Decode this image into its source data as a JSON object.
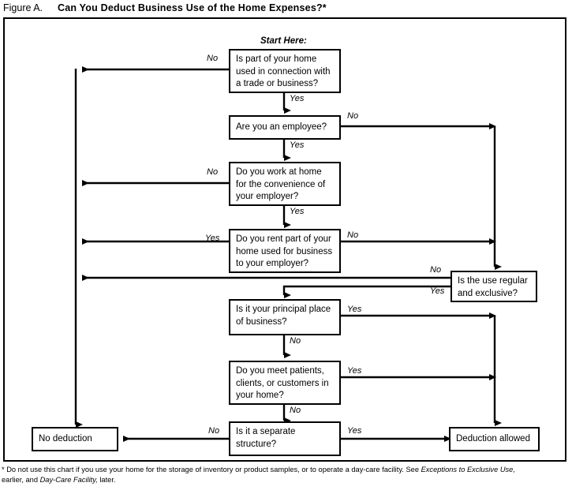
{
  "caption": {
    "label": "Figure A.",
    "title": "Can You Deduct Business Use of the Home Expenses?*"
  },
  "start_here_label": "Start Here:",
  "nodes": [
    {
      "id": "home-business-use",
      "text": "Is part of your home used in connection with a trade or business?"
    },
    {
      "id": "employee",
      "text": "Are you an employee?"
    },
    {
      "id": "convenience",
      "text": "Do you work at home for the convenience of your employer?"
    },
    {
      "id": "rent-to-employer",
      "text": "Do you rent part of your home used for business to your employer?"
    },
    {
      "id": "regular-exclusive",
      "text": "Is the use regular and exclusive?"
    },
    {
      "id": "principal-place",
      "text": "Is it your principal place of business?"
    },
    {
      "id": "meet-clients",
      "text": "Do you meet patients, clients, or customers in your home?"
    },
    {
      "id": "separate-structure",
      "text": "Is it a separate structure?"
    },
    {
      "id": "no-deduction",
      "text": "No deduction"
    },
    {
      "id": "deduction-allowed",
      "text": "Deduction allowed"
    }
  ],
  "edge_labels": {
    "home_business_no": "No",
    "home_business_yes": "Yes",
    "employee_no": "No",
    "employee_yes": "Yes",
    "convenience_no": "No",
    "convenience_yes": "Yes",
    "rent_yes": "Yes",
    "rent_no": "No",
    "regular_no": "No",
    "regular_yes": "Yes",
    "principal_yes": "Yes",
    "principal_no": "No",
    "meet_yes": "Yes",
    "meet_no": "No",
    "separate_no": "No",
    "separate_yes": "Yes"
  },
  "footnote": {
    "line1_a": "* Do not use this chart if you use your home for the storage of inventory or product samples, or to operate a day-care facility. See ",
    "line1_italic": "Exceptions to Exclusive Use,",
    "line2_a": "earlier, and ",
    "line2_italic": "Day-Care Facility,",
    "line2_b": " later."
  },
  "colors": {
    "ink": "#000000",
    "paper": "#ffffff"
  }
}
